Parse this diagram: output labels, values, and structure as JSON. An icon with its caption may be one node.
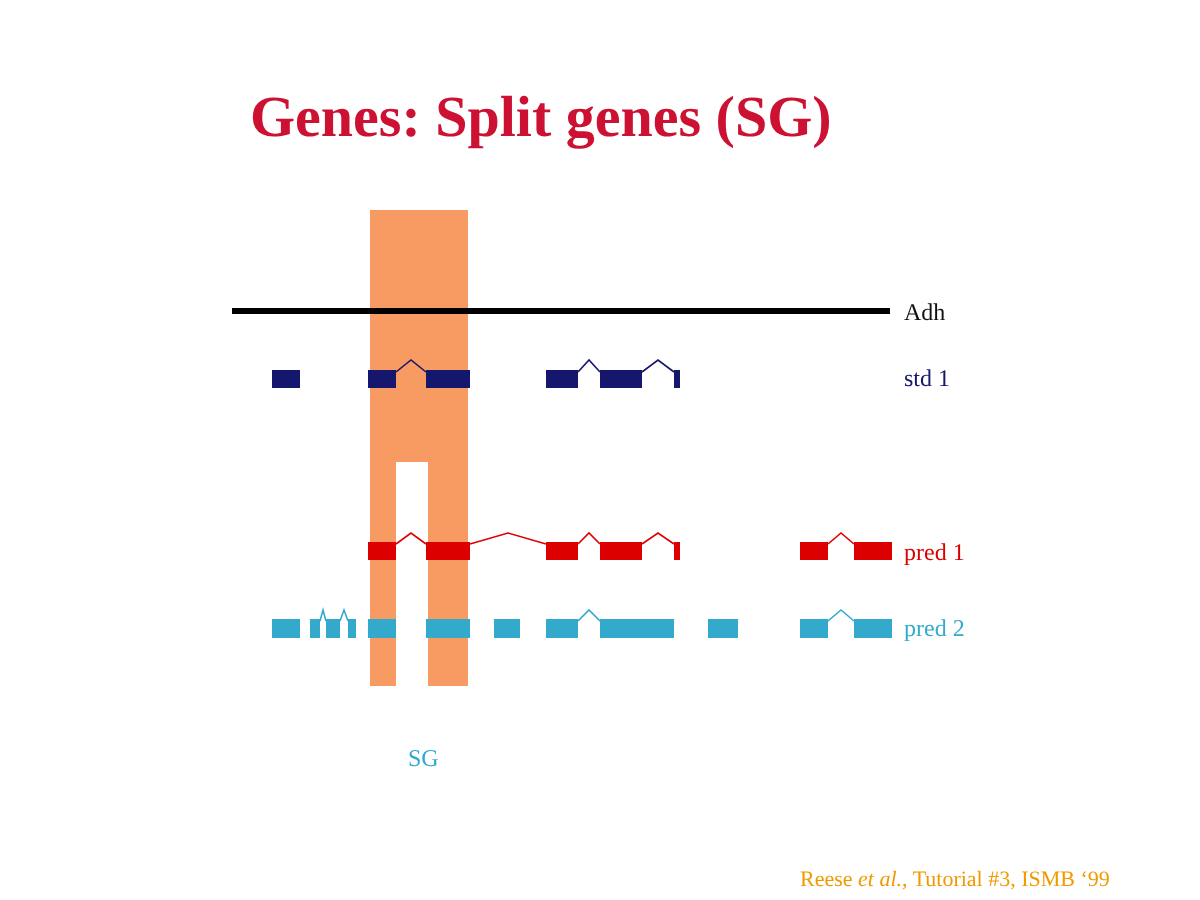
{
  "diagram": {
    "title": "Genes: Split genes (SG)",
    "caption": "Reese *et al.*, Tutorial #3, ISMB ‘99",
    "labels": [
      "Adh",
      "std 1",
      "pred 1",
      "pred 2",
      "SG"
    ]
  }
}
